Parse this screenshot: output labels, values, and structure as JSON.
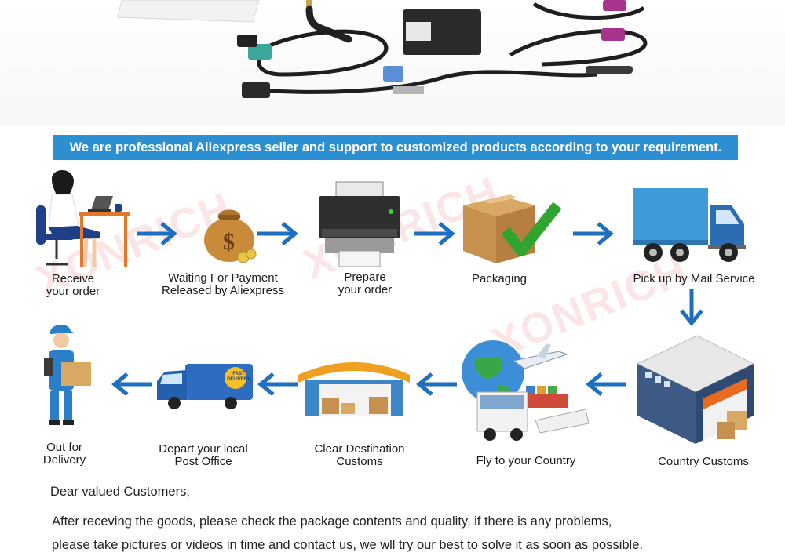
{
  "banner": {
    "text": "We are professional Aliexpress seller and support to customized products according to your requirement."
  },
  "watermark": "XONRICH",
  "accent": "#2b8fd2",
  "arrow_color": "#1e6fc0",
  "steps": [
    {
      "label": "Receive\nyour order",
      "icon": "woman-laptop-icon"
    },
    {
      "label": "Waiting For Payment\nReleased by Aliexpress",
      "icon": "money-bag-icon"
    },
    {
      "label": "Prepare\nyour order",
      "icon": "printer-icon"
    },
    {
      "label": "Packaging",
      "icon": "box-check-icon"
    },
    {
      "label": "Pick up by Mail Service",
      "icon": "delivery-truck-icon"
    },
    {
      "label": "Country Customs",
      "icon": "warehouse-icon"
    },
    {
      "label": "Fly to your Country",
      "icon": "globe-transport-icon"
    },
    {
      "label": "Clear Destination\nCustoms",
      "icon": "storage-shed-icon"
    },
    {
      "label": "Depart your local\nPost Office",
      "icon": "fast-delivery-van-icon"
    },
    {
      "label": "Out for\nDelivery",
      "icon": "courier-icon"
    }
  ],
  "van_badge": "FAST\nDELIVERY",
  "message": {
    "greeting": "Dear valued Customers,",
    "line1": "After receving the goods, please check the package contents and quality, if there is any problems,",
    "line2": "please take pictures or videos in time and contact us, we wll try our best to solve it as soon as possible."
  }
}
